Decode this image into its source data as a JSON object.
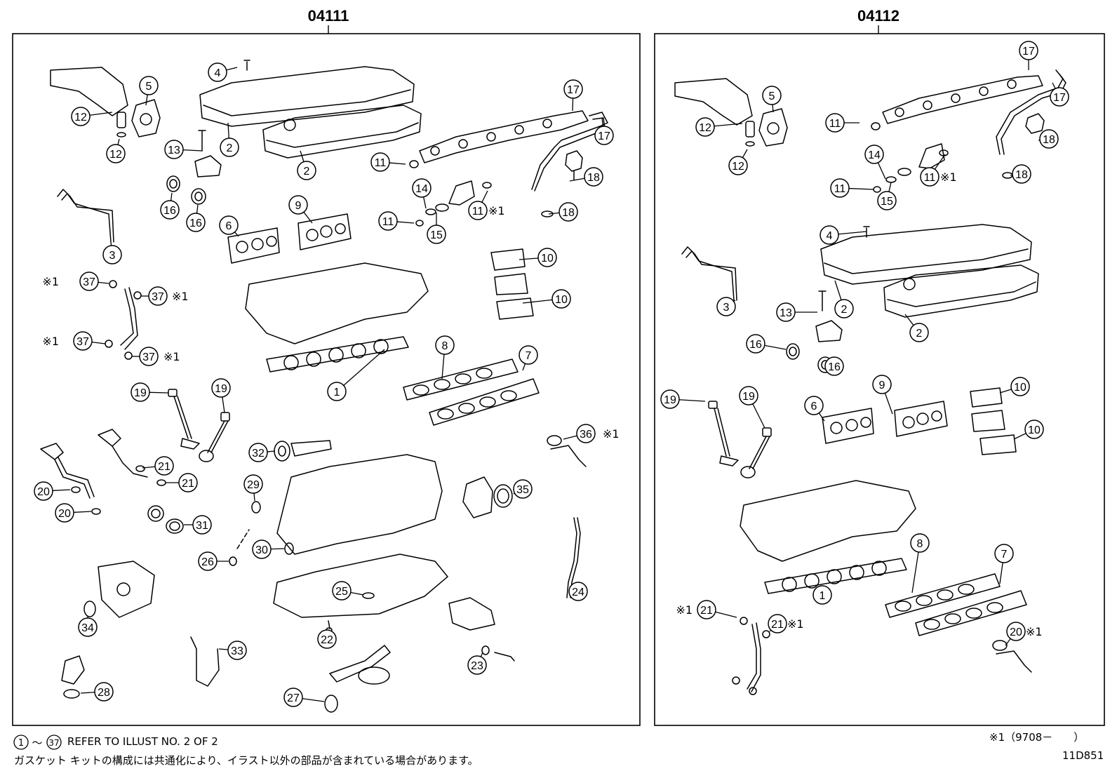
{
  "panels": [
    {
      "code": "04111"
    },
    {
      "code": "04112"
    }
  ],
  "callouts_left": [
    "1",
    "2",
    "2",
    "3",
    "4",
    "5",
    "6",
    "7",
    "8",
    "9",
    "10",
    "10",
    "11",
    "11",
    "11",
    "12",
    "12",
    "13",
    "14",
    "15",
    "16",
    "16",
    "17",
    "17",
    "18",
    "18",
    "19",
    "19",
    "20",
    "20",
    "21",
    "21",
    "22",
    "23",
    "24",
    "25",
    "26",
    "27",
    "28",
    "29",
    "30",
    "31",
    "32",
    "33",
    "34",
    "35",
    "36",
    "37",
    "37",
    "37",
    "37"
  ],
  "callouts_right": [
    "1",
    "2",
    "2",
    "3",
    "4",
    "5",
    "6",
    "7",
    "8",
    "9",
    "10",
    "10",
    "11",
    "11",
    "11",
    "12",
    "12",
    "13",
    "14",
    "15",
    "16",
    "16",
    "17",
    "17",
    "18",
    "18",
    "19",
    "19",
    "20",
    "21",
    "21"
  ],
  "note_marker": "※1",
  "footer": {
    "range_start": "1",
    "range_tilde": "～",
    "range_end": "37",
    "refer_text": "REFER TO ILLUST NO. 2 OF 2",
    "japanese_note": "ガスケット キットの構成には共通化により、イラスト以外の部品が含まれている場合があります。",
    "date_note": "※1（9708－　　）",
    "figure_code": "11D851"
  }
}
